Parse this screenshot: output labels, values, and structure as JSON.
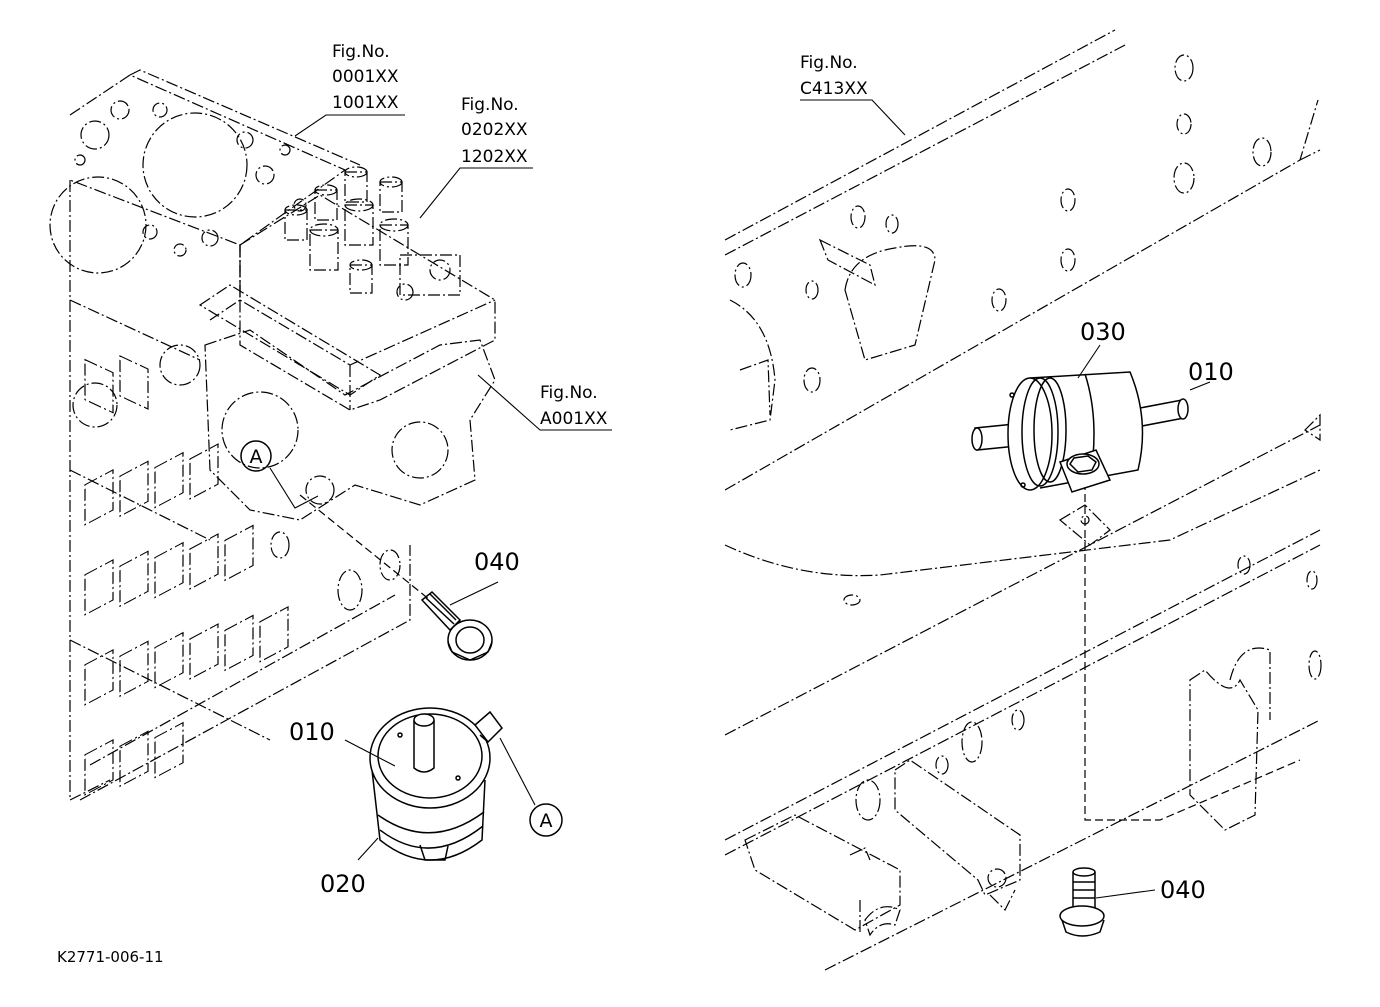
{
  "figure_refs": {
    "engine_block": {
      "label": "Fig.No.",
      "codes": [
        "0001XX",
        "1001XX"
      ]
    },
    "injection_pump": {
      "label": "Fig.No.",
      "codes": [
        "0202XX",
        "1202XX"
      ]
    },
    "gear_case": {
      "label": "Fig.No.",
      "codes": [
        "A001XX"
      ]
    },
    "frame": {
      "label": "Fig.No.",
      "codes": [
        "C413XX"
      ]
    }
  },
  "left_parts": {
    "bolt": "040",
    "solenoid": "010",
    "solenoid_body": "020",
    "ref_mark_engine": "A",
    "ref_mark_solenoid": "A"
  },
  "right_parts": {
    "clamp": "030",
    "fuel_filter": "010",
    "bolt": "040"
  },
  "drawing_code": "K2771-006-11",
  "colors": {
    "ink": "#000000",
    "paper": "#ffffff"
  }
}
